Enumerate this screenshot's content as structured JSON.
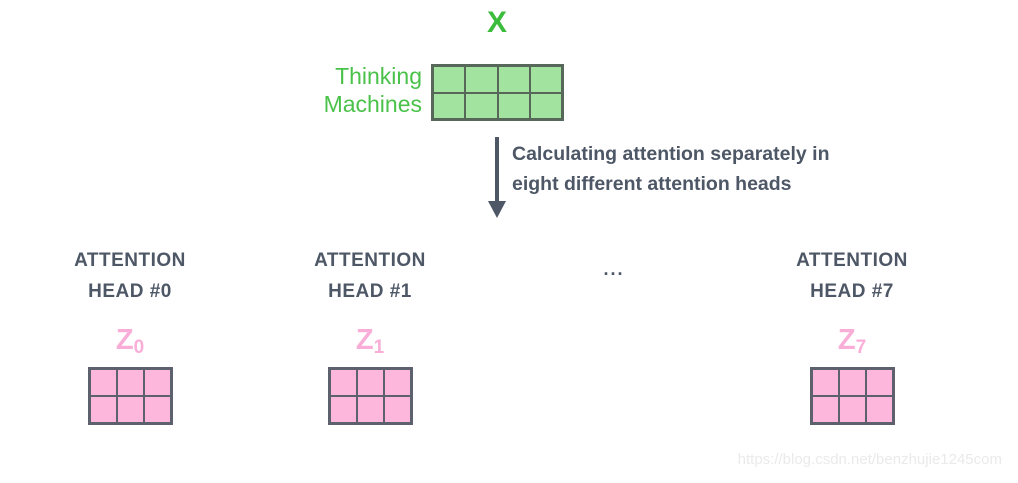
{
  "input_matrix": {
    "title": "X",
    "label_lines": [
      "Thinking",
      "Machines"
    ],
    "grid": {
      "rows": 2,
      "cols": 4
    }
  },
  "arrow_caption": {
    "lines": [
      "Calculating attention separately in",
      "eight different attention heads"
    ]
  },
  "heads": [
    {
      "label_line1": "ATTENTION",
      "label_line2": "HEAD #0",
      "z_base": "Z",
      "z_sub": "0",
      "grid": {
        "rows": 2,
        "cols": 3
      }
    },
    {
      "label_line1": "ATTENTION",
      "label_line2": "HEAD #1",
      "z_base": "Z",
      "z_sub": "1",
      "grid": {
        "rows": 2,
        "cols": 3
      }
    },
    {
      "label_line1": "ATTENTION",
      "label_line2": "HEAD #7",
      "z_base": "Z",
      "z_sub": "7",
      "grid": {
        "rows": 2,
        "cols": 3
      }
    }
  ],
  "ellipsis": "...",
  "watermark": "https://blog.csdn.net/benzhujie1245com",
  "colors": {
    "green_accent": "#3cbc3c",
    "green_label": "#4ac24a",
    "green_matrix_fill": "#a3e3a0",
    "green_matrix_border": "#57675a",
    "slate_text": "#4d5766",
    "pink_accent": "#f9aed8",
    "pink_matrix_fill": "#fdb7dd",
    "pink_matrix_border": "#5c616d",
    "watermark_gray": "#eaeaea"
  }
}
